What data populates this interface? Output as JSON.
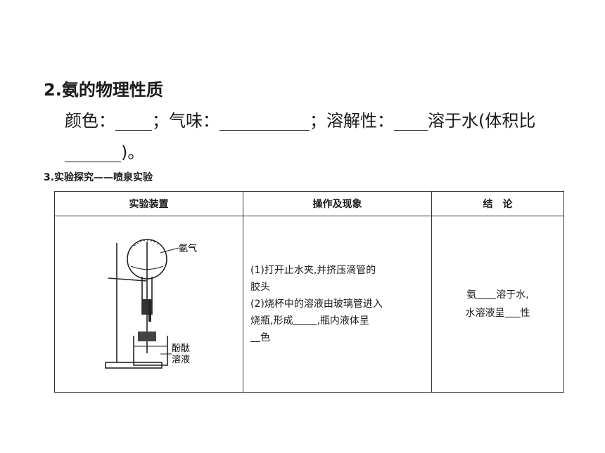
{
  "section2": {
    "title": "2.氨的物理性质",
    "line1": {
      "color_label": "颜色：",
      "smell_label": "；气味：",
      "solubility_label": "；溶解性：",
      "tail": "溶于水(体积比"
    },
    "line2": {
      "tail": ")。"
    }
  },
  "section3": {
    "title": "3.实验探究——喷泉实验"
  },
  "table": {
    "headers": [
      "实验装置",
      "操作及现象",
      "结　论"
    ],
    "apparatus_labels": {
      "gas": "氨气",
      "solution_line1": "酚酞",
      "solution_line2": "溶液"
    },
    "operation": {
      "line1": "(1)打开止水夹,并挤压滴管的",
      "line2": "胶头",
      "line3": "(2)烧杯中的溶液由玻璃管进入",
      "line4a": "烧瓶,形成",
      "line4b": ",瓶内液体呈",
      "line5": "色"
    },
    "conclusion": {
      "line1a": "氨",
      "line1b": "溶于水,",
      "line2a": "水溶液呈",
      "line2b": "性"
    }
  }
}
